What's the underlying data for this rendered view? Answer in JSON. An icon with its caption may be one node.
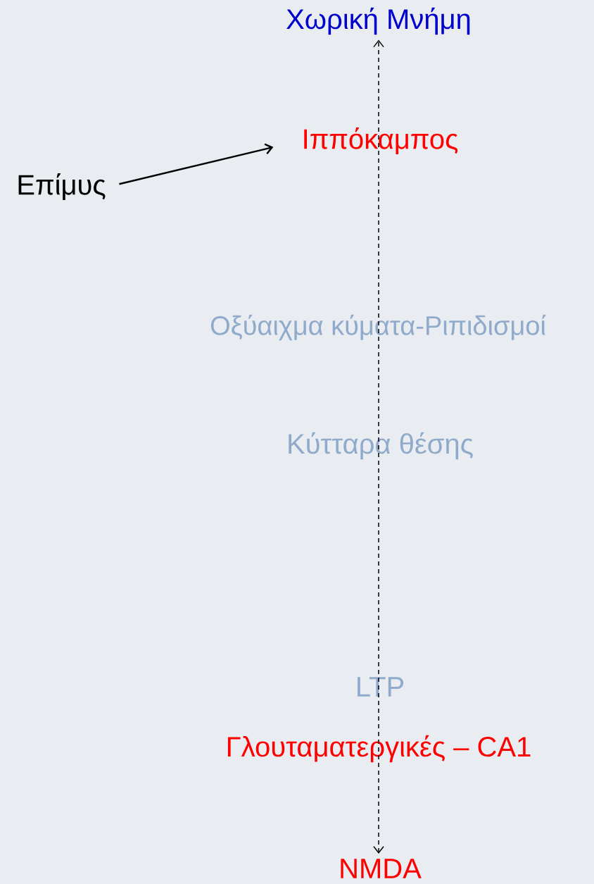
{
  "diagram": {
    "nodes": [
      {
        "text": [
          "Χωρική Μνήμη"
        ]
      },
      {
        "text": [
          "Ιππόκαμπος"
        ]
      },
      {
        "text": [
          "Επίμυς"
        ]
      },
      {
        "text": [
          "Οξύαιχμα κύματα-Ριπιδισμοί"
        ]
      },
      {
        "text": [
          "Κύτταρα θέσης"
        ]
      },
      {
        "text": [
          "LTP"
        ]
      },
      {
        "text": [
          "Γλουταματεργικές – CA1"
        ]
      },
      {
        "text": [
          "NMDA"
        ]
      }
    ],
    "edges": [
      {
        "from": 2,
        "to": 1,
        "arrow": "to"
      },
      {
        "from": 7,
        "to": 0,
        "arrow": "both",
        "style": "dashed"
      }
    ]
  }
}
